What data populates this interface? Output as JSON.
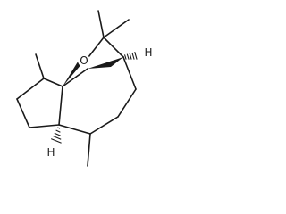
{
  "structure": {
    "atoms": {
      "oxygen": "O",
      "hydrogen_top": "H",
      "hydrogen_bottom": "H"
    }
  }
}
